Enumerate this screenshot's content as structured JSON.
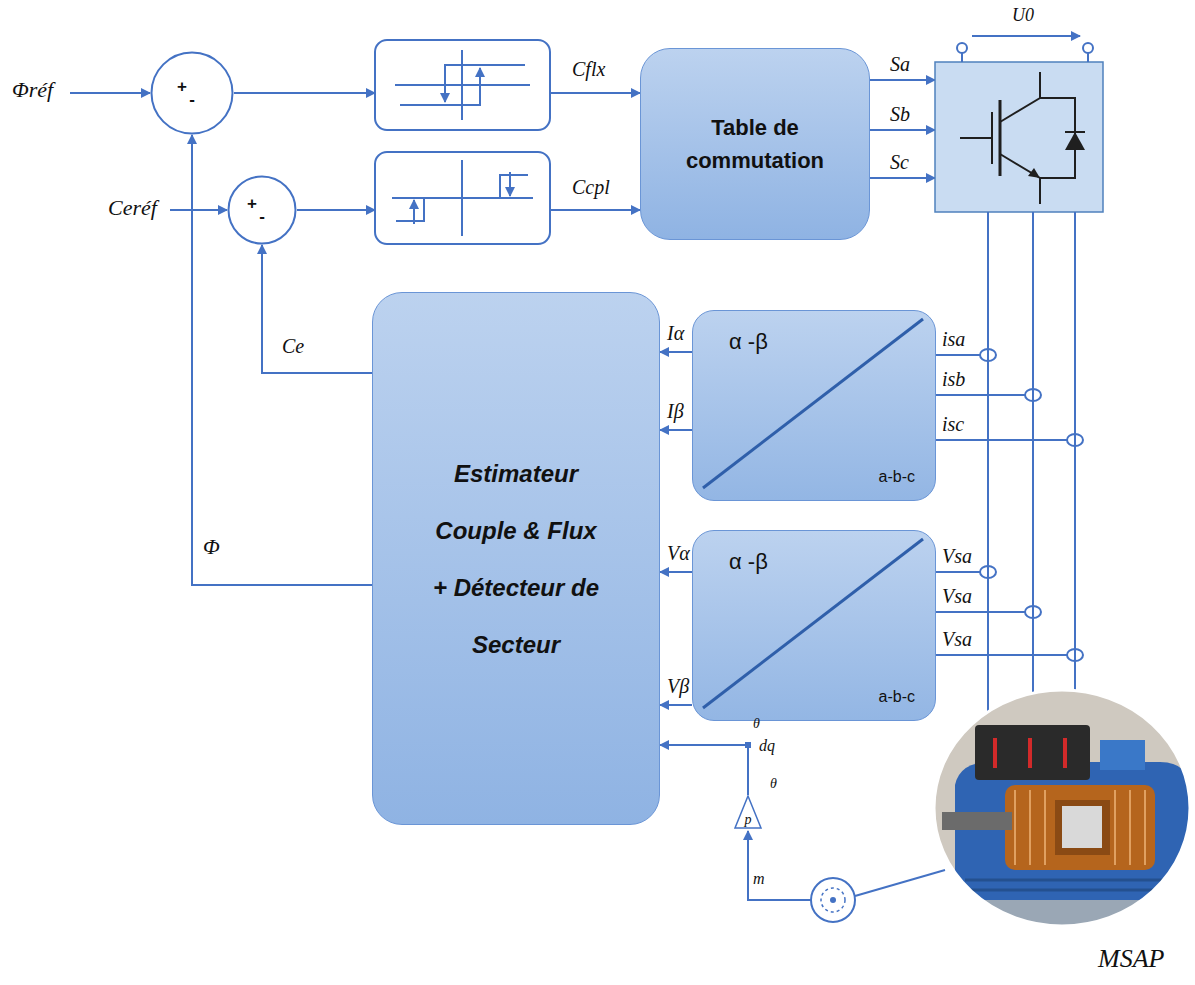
{
  "diagram": {
    "nodes": [
      {
        "text": [
          "+",
          "-"
        ]
      },
      {
        "text": [
          "+",
          "-"
        ]
      },
      {
        "text": [
          "Table de commutation"
        ]
      },
      {
        "text": [
          "Estimateur Couple & Flux + Détecteur de Secteur"
        ]
      },
      {
        "text": [
          "α -β",
          "a-b-c"
        ]
      },
      {
        "text": [
          "α -β",
          "a-b-c"
        ]
      },
      {
        "text": [
          "p"
        ]
      }
    ],
    "edges": [
      {
        "from": 3,
        "to": 1,
        "arrow": "to",
        "label": "Ce"
      },
      {
        "from": 3,
        "to": 0,
        "arrow": "to",
        "label": "Φ"
      },
      {
        "from": 4,
        "to": 3,
        "arrow": "to",
        "label": "Iα"
      },
      {
        "from": 4,
        "to": 3,
        "arrow": "to",
        "label": "Iβ"
      },
      {
        "from": 5,
        "to": 3,
        "arrow": "to",
        "label": "Vα"
      },
      {
        "from": 5,
        "to": 3,
        "arrow": "to",
        "label": "Vβ"
      },
      {
        "from": 6,
        "to": 3,
        "arrow": "to"
      }
    ],
    "labels": [
      "Φréf",
      "U0",
      "Cflx",
      "Sa",
      "Sb",
      "Sc",
      "Ceréf",
      "Ccpl",
      "isa",
      "isb",
      "isc",
      "Vsa",
      "Vsa",
      "Vsa",
      "θ",
      "dq",
      "θ",
      "m",
      "MSAP"
    ]
  }
}
